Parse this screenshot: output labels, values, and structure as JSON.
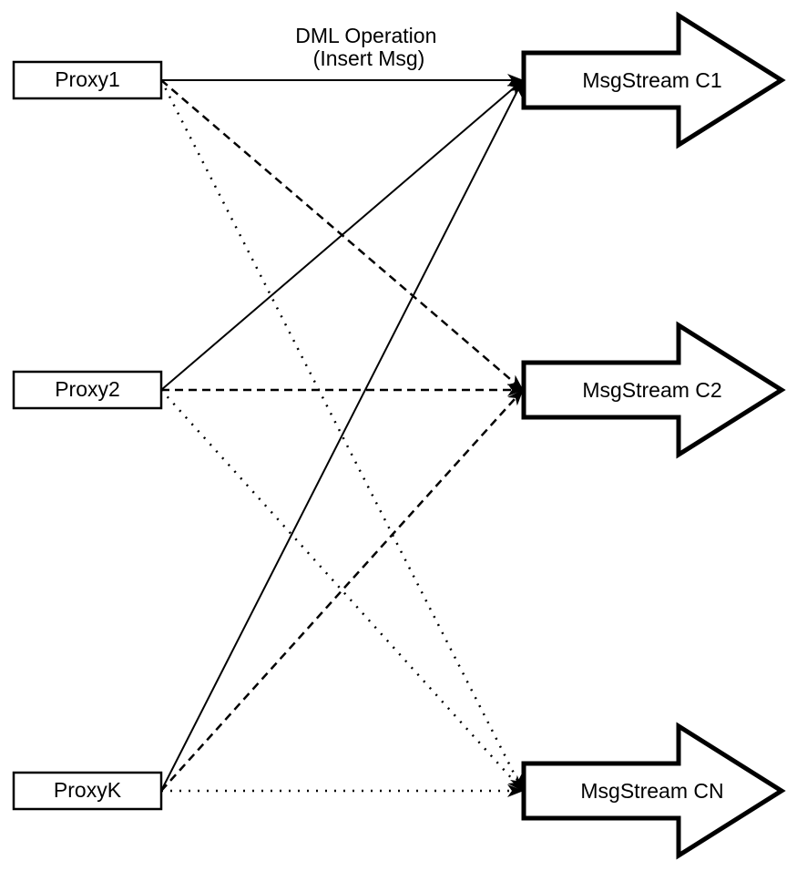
{
  "title": {
    "line1": "DML Operation",
    "line2": "(Insert Msg)"
  },
  "proxies": [
    {
      "id": "proxy1",
      "label": "Proxy1"
    },
    {
      "id": "proxy2",
      "label": "Proxy2"
    },
    {
      "id": "proxyk",
      "label": "ProxyK"
    }
  ],
  "streams": [
    {
      "id": "c1",
      "label": "MsgStream C1"
    },
    {
      "id": "c2",
      "label": "MsgStream C2"
    },
    {
      "id": "cn",
      "label": "MsgStream CN"
    }
  ],
  "connections": [
    {
      "from": "proxy1",
      "to": "c1",
      "style": "solid"
    },
    {
      "from": "proxy2",
      "to": "c1",
      "style": "solid"
    },
    {
      "from": "proxyk",
      "to": "c1",
      "style": "solid"
    },
    {
      "from": "proxy1",
      "to": "c2",
      "style": "dashed"
    },
    {
      "from": "proxy2",
      "to": "c2",
      "style": "dashed"
    },
    {
      "from": "proxyk",
      "to": "c2",
      "style": "dashed"
    },
    {
      "from": "proxy1",
      "to": "cn",
      "style": "dotted"
    },
    {
      "from": "proxy2",
      "to": "cn",
      "style": "dotted"
    },
    {
      "from": "proxyk",
      "to": "cn",
      "style": "dotted"
    }
  ],
  "colors": {
    "ink": "#000000",
    "paper": "#ffffff"
  }
}
